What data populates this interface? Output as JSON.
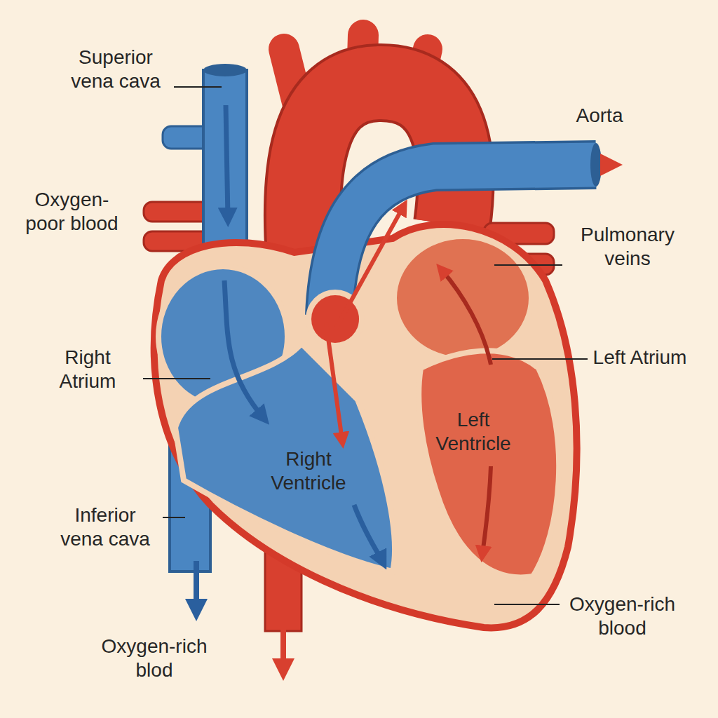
{
  "diagram": {
    "labels": [
      "Superior vena cava",
      "Aorta",
      "Oxygen-poor blood",
      "Pulmonary veins",
      "Right Atrium",
      "Left Atrium",
      "Left Ventricle",
      "Right Ventricle",
      "Inferior vena cava",
      "Oxygen-rich blood",
      "Oxygen-rich blod"
    ]
  }
}
